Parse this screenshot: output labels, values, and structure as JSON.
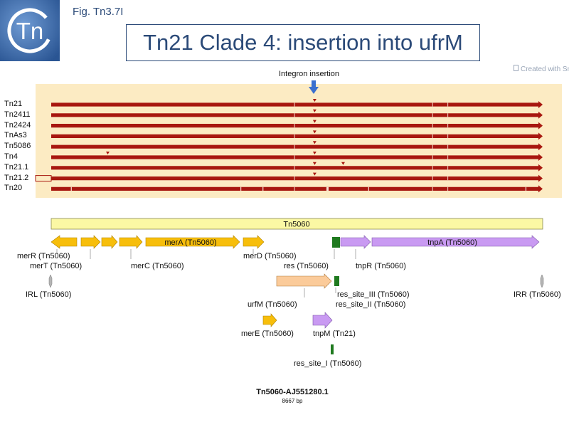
{
  "figure_label": "Fig. Tn3.7I",
  "title": "Tn21 Clade 4: insertion into ufrM",
  "watermark": "Created with SnapGene",
  "logo": {
    "icon": "tn-logo-icon",
    "text": "Tn"
  },
  "insertion_label": "Integron insertion",
  "colors": {
    "title": "#2b4a78",
    "panel_bg": "#fcebc3",
    "track": "#a8170f",
    "mer_gene": "#f7be0b",
    "tn_gene": "#c99af2",
    "res_site": "#1f7a1f",
    "urf_gene": "#fbcb9a",
    "tn5060_bar": "#fbf8a4",
    "insertion_arrow": "#3a6fcf"
  },
  "alignment": {
    "rows": [
      {
        "label": "Tn21",
        "triangles": [
          0.536
        ],
        "style": "solid"
      },
      {
        "label": "Tn2411",
        "triangles": [
          0.536
        ],
        "style": "solid"
      },
      {
        "label": "Tn2424",
        "triangles": [
          0.536
        ],
        "style": "solid"
      },
      {
        "label": "TnAs3",
        "triangles": [
          0.536
        ],
        "style": "solid"
      },
      {
        "label": "Tn5086",
        "triangles": [
          0.536
        ],
        "style": "solid"
      },
      {
        "label": "Tn4",
        "triangles": [
          0.115,
          0.536
        ],
        "style": "solid"
      },
      {
        "label": "Tn21.1",
        "triangles": [
          0.536,
          0.594
        ],
        "style": "solid"
      },
      {
        "label": "Tn21.2",
        "triangles": [
          0.536
        ],
        "style": "outlined"
      },
      {
        "label": "Tn20",
        "triangles": [],
        "style": "solid"
      }
    ]
  },
  "map": {
    "tn5060_bar_label": "Tn5060",
    "features": [
      {
        "name": "merR (Tn5060)",
        "type": "gene",
        "color_key": "mer_gene"
      },
      {
        "name": "merT (Tn5060)",
        "type": "gene",
        "color_key": "mer_gene"
      },
      {
        "name": "merC (Tn5060)",
        "type": "gene",
        "color_key": "mer_gene"
      },
      {
        "name": "merA (Tn5060)",
        "type": "gene",
        "color_key": "mer_gene"
      },
      {
        "name": "merD (Tn5060)",
        "type": "gene",
        "color_key": "mer_gene"
      },
      {
        "name": "merE (Tn5060)",
        "type": "gene",
        "color_key": "mer_gene"
      },
      {
        "name": "urfM (Tn5060)",
        "type": "gene",
        "color_key": "urf_gene"
      },
      {
        "name": "res (Tn5060)",
        "type": "site",
        "color_key": "res_site"
      },
      {
        "name": "tnpR (Tn5060)",
        "type": "gene",
        "color_key": "tn_gene"
      },
      {
        "name": "tnpA (Tn5060)",
        "type": "gene",
        "color_key": "tn_gene"
      },
      {
        "name": "tnpM (Tn21)",
        "type": "gene",
        "color_key": "tn_gene"
      },
      {
        "name": "res_site_III (Tn5060)",
        "type": "site",
        "color_key": "res_site"
      },
      {
        "name": "res_site_II (Tn5060)",
        "type": "site",
        "color_key": "res_site"
      },
      {
        "name": "res_site_I (Tn5060)",
        "type": "site",
        "color_key": "res_site"
      },
      {
        "name": "IRL (Tn5060)",
        "type": "repeat",
        "color_key": "track"
      },
      {
        "name": "IRR (Tn5060)",
        "type": "repeat",
        "color_key": "track"
      }
    ],
    "sequence_name": "Tn5060-AJ551280.1",
    "sequence_length": "8667 bp"
  }
}
